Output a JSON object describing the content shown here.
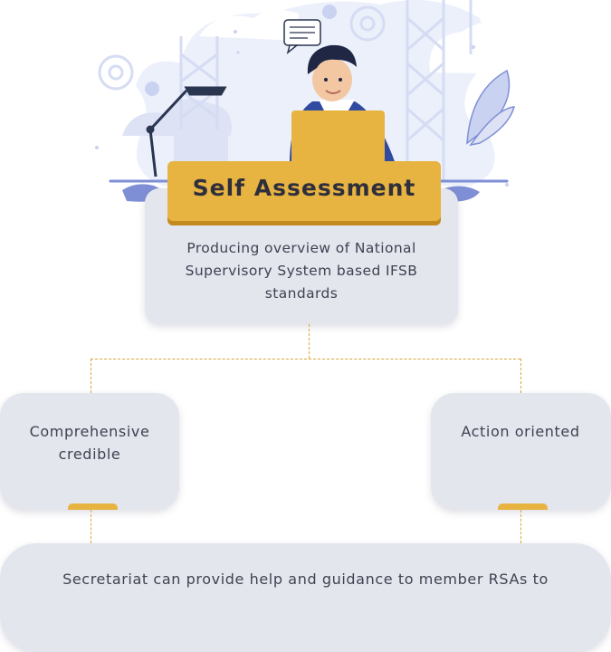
{
  "main": {
    "title": "Self Assessment",
    "description": "Producing overview of National Supervisory System based IFSB standards"
  },
  "nodes": {
    "left": "Comprehensive credible",
    "right": "Action oriented",
    "bottom": "Secretariat can provide help and guidance to member RSAs to"
  },
  "colors": {
    "banner": "#e7b341",
    "card": "#e4e6ee",
    "connector": "#d9a63a",
    "suit": "#2f4aa0"
  },
  "icons": [
    "gear-icon",
    "speech-bubble-icon",
    "desk-lamp-icon",
    "laptop-icon",
    "leaf-icon",
    "person-illustration"
  ]
}
